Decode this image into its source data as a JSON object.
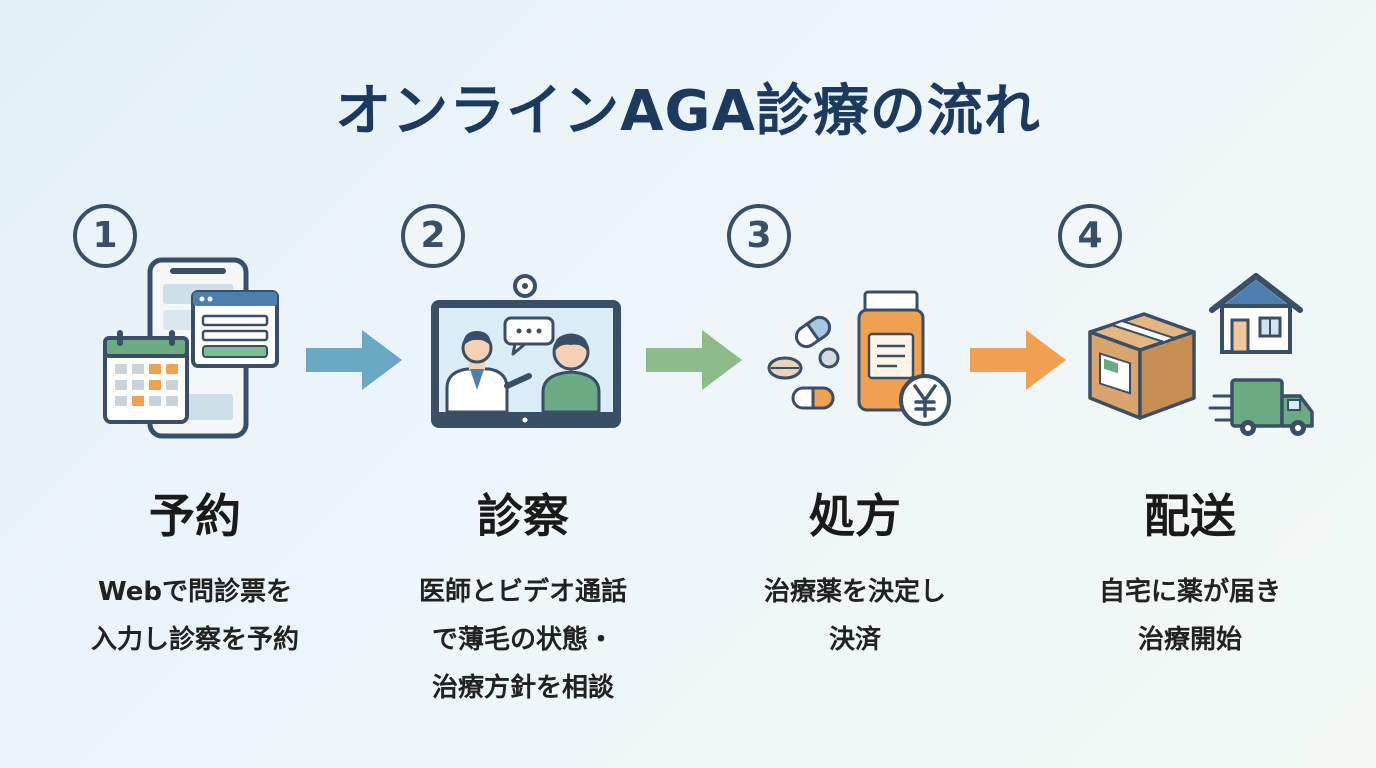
{
  "title": "オンラインAGA診療の流れ",
  "steps": [
    {
      "number": "1",
      "title": "予約",
      "desc": [
        "Webで問診票を",
        "入力し診察を予約"
      ]
    },
    {
      "number": "2",
      "title": "診察",
      "desc": [
        "医師とビデオ通話",
        "で薄毛の状態・",
        "治療方針を相談"
      ]
    },
    {
      "number": "3",
      "title": "処方",
      "desc": [
        "治療薬を決定し",
        "決済"
      ]
    },
    {
      "number": "4",
      "title": "配送",
      "desc": [
        "自宅に薬が届き",
        "治療開始"
      ]
    }
  ],
  "icons": {
    "step1": [
      "smartphone-icon",
      "calendar-icon",
      "web-form-icon"
    ],
    "step2": [
      "video-call-monitor-icon",
      "doctor-icon",
      "patient-icon",
      "chat-bubble-icon"
    ],
    "step3": [
      "pill-bottle-icon",
      "capsule-icon",
      "tablet-icon",
      "yen-coin-icon"
    ],
    "step4": [
      "package-box-icon",
      "house-icon",
      "delivery-truck-icon"
    ]
  },
  "colors": {
    "title": "#1c3a5e",
    "arrow1": "#6aa8c4",
    "arrow2": "#8dbb8a",
    "arrow3": "#f0a252",
    "accent_orange": "#f0a252",
    "accent_green": "#6aab84",
    "accent_blue": "#4c7fb0"
  }
}
